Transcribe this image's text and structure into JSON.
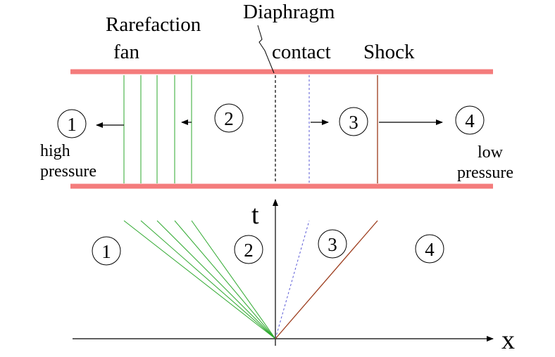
{
  "colors": {
    "tube_wall": "#f47c7c",
    "rarefaction": "#2ea82e",
    "contact": "#5a5ad6",
    "shock": "#9b3a1a",
    "ink": "#000000"
  },
  "labels": {
    "rarefaction_line1": "Rarefaction",
    "rarefaction_line2": "fan",
    "diaphragm": "Diaphragm",
    "contact": "contact",
    "shock": "Shock",
    "high_pressure_line1": "high",
    "high_pressure_line2": "pressure",
    "low_pressure_line1": "low",
    "low_pressure_line2": "pressure"
  },
  "regions_tube": [
    "1",
    "2",
    "3",
    "4"
  ],
  "regions_xt": [
    "1",
    "2",
    "3",
    "4"
  ],
  "axes": {
    "t_label": "t",
    "x_label": "x"
  }
}
